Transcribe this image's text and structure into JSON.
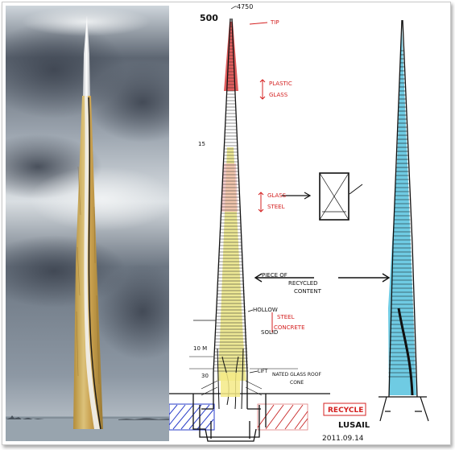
{
  "annotations": {
    "height": "500",
    "top": "4750",
    "tip": "TIP",
    "plastic": "PLASTIC",
    "glass1": "GLASS",
    "glass2": "GLASS",
    "steel1": "STEEL",
    "hollow": "HOLLOW",
    "steel2": "STEEL",
    "concrete": "CONCRETE",
    "solid": "SOLID",
    "pieces": "PIECE OF",
    "recycled": "RECYCLED",
    "content": "CONTENT",
    "recycle": "RECYCLE",
    "signature": "LUSAIL",
    "date": "2011.09.14",
    "elev_upper": "10 M",
    "lift": "LIFT",
    "glass_roof": "NATED GLASS ROOF",
    "cone": "CONE",
    "level": "30",
    "label_left_mid": "15"
  },
  "colors": {
    "sky_dark": "#4c5460",
    "sky_light": "#b9c1c9",
    "tower_gold": "#c9a24a",
    "spire": "#e8e8e8",
    "sketch_red": "#d42020",
    "sketch_yellow": "#e9e27a",
    "sketch_cyan": "#3fb9d9",
    "sketch_blue": "#2a3ec9",
    "ink": "#111111"
  }
}
